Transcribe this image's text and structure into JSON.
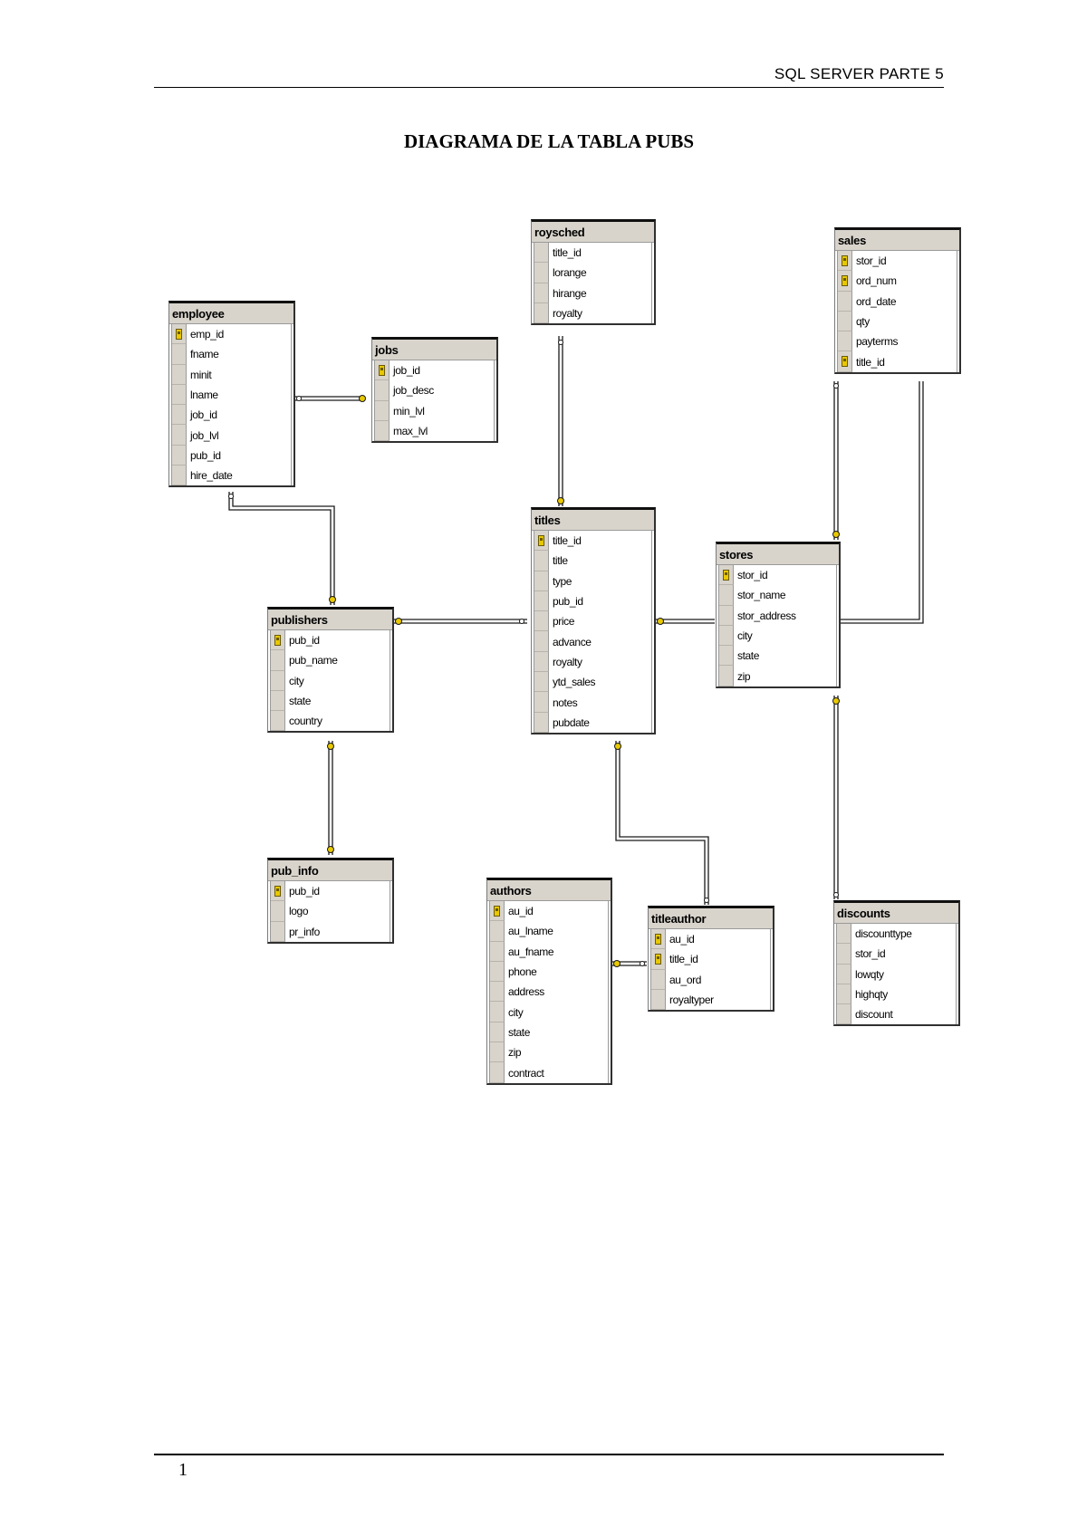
{
  "header": {
    "running_title": "SQL SERVER PARTE 5"
  },
  "title": "DIAGRAMA DE LA TABLA PUBS",
  "footer": {
    "page_number": "1"
  },
  "tables": {
    "roysched": {
      "name": "roysched",
      "columns": [
        {
          "name": "title_id",
          "pk": false
        },
        {
          "name": "lorange",
          "pk": false
        },
        {
          "name": "hirange",
          "pk": false
        },
        {
          "name": "royalty",
          "pk": false
        }
      ]
    },
    "sales": {
      "name": "sales",
      "columns": [
        {
          "name": "stor_id",
          "pk": true
        },
        {
          "name": "ord_num",
          "pk": true
        },
        {
          "name": "ord_date",
          "pk": false
        },
        {
          "name": "qty",
          "pk": false
        },
        {
          "name": "payterms",
          "pk": false
        },
        {
          "name": "title_id",
          "pk": true
        }
      ]
    },
    "employee": {
      "name": "employee",
      "columns": [
        {
          "name": "emp_id",
          "pk": true
        },
        {
          "name": "fname",
          "pk": false
        },
        {
          "name": "minit",
          "pk": false
        },
        {
          "name": "lname",
          "pk": false
        },
        {
          "name": "job_id",
          "pk": false
        },
        {
          "name": "job_lvl",
          "pk": false
        },
        {
          "name": "pub_id",
          "pk": false
        },
        {
          "name": "hire_date",
          "pk": false
        }
      ]
    },
    "jobs": {
      "name": "jobs",
      "columns": [
        {
          "name": "job_id",
          "pk": true
        },
        {
          "name": "job_desc",
          "pk": false
        },
        {
          "name": "min_lvl",
          "pk": false
        },
        {
          "name": "max_lvl",
          "pk": false
        }
      ]
    },
    "titles": {
      "name": "titles",
      "columns": [
        {
          "name": "title_id",
          "pk": true
        },
        {
          "name": "title",
          "pk": false
        },
        {
          "name": "type",
          "pk": false
        },
        {
          "name": "pub_id",
          "pk": false
        },
        {
          "name": "price",
          "pk": false
        },
        {
          "name": "advance",
          "pk": false
        },
        {
          "name": "royalty",
          "pk": false
        },
        {
          "name": "ytd_sales",
          "pk": false
        },
        {
          "name": "notes",
          "pk": false
        },
        {
          "name": "pubdate",
          "pk": false
        }
      ]
    },
    "stores": {
      "name": "stores",
      "columns": [
        {
          "name": "stor_id",
          "pk": true
        },
        {
          "name": "stor_name",
          "pk": false
        },
        {
          "name": "stor_address",
          "pk": false
        },
        {
          "name": "city",
          "pk": false
        },
        {
          "name": "state",
          "pk": false
        },
        {
          "name": "zip",
          "pk": false
        }
      ]
    },
    "publishers": {
      "name": "publishers",
      "columns": [
        {
          "name": "pub_id",
          "pk": true
        },
        {
          "name": "pub_name",
          "pk": false
        },
        {
          "name": "city",
          "pk": false
        },
        {
          "name": "state",
          "pk": false
        },
        {
          "name": "country",
          "pk": false
        }
      ]
    },
    "pub_info": {
      "name": "pub_info",
      "columns": [
        {
          "name": "pub_id",
          "pk": true
        },
        {
          "name": "logo",
          "pk": false
        },
        {
          "name": "pr_info",
          "pk": false
        }
      ]
    },
    "authors": {
      "name": "authors",
      "columns": [
        {
          "name": "au_id",
          "pk": true
        },
        {
          "name": "au_lname",
          "pk": false
        },
        {
          "name": "au_fname",
          "pk": false
        },
        {
          "name": "phone",
          "pk": false
        },
        {
          "name": "address",
          "pk": false
        },
        {
          "name": "city",
          "pk": false
        },
        {
          "name": "state",
          "pk": false
        },
        {
          "name": "zip",
          "pk": false
        },
        {
          "name": "contract",
          "pk": false
        }
      ]
    },
    "titleauthor": {
      "name": "titleauthor",
      "columns": [
        {
          "name": "au_id",
          "pk": true
        },
        {
          "name": "title_id",
          "pk": true
        },
        {
          "name": "au_ord",
          "pk": false
        },
        {
          "name": "royaltyper",
          "pk": false
        }
      ]
    },
    "discounts": {
      "name": "discounts",
      "columns": [
        {
          "name": "discounttype",
          "pk": false
        },
        {
          "name": "stor_id",
          "pk": false
        },
        {
          "name": "lowqty",
          "pk": false
        },
        {
          "name": "highqty",
          "pk": false
        },
        {
          "name": "discount",
          "pk": false
        }
      ]
    }
  }
}
